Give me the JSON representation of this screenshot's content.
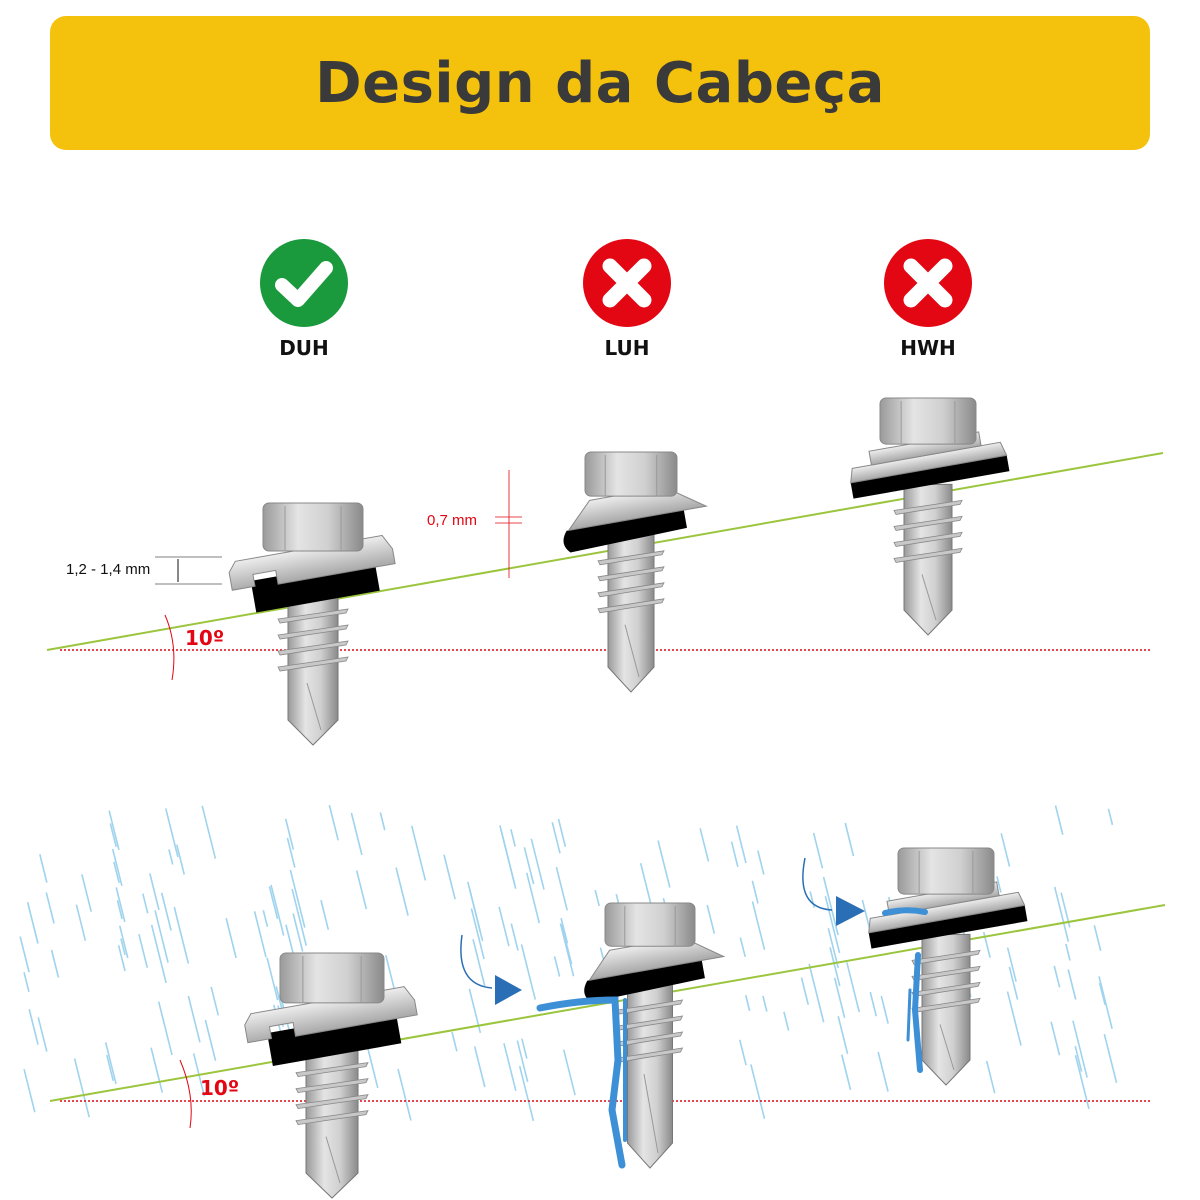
{
  "title": "Design da Cabeça",
  "head_types": [
    {
      "label": "DUH",
      "status": "approved",
      "icon": "check-circle-icon",
      "color": "#1a9a3c"
    },
    {
      "label": "LUH",
      "status": "rejected",
      "icon": "x-circle-icon",
      "color": "#e30613"
    },
    {
      "label": "HWH",
      "status": "rejected",
      "icon": "x-circle-icon",
      "color": "#e30613"
    }
  ],
  "dimensions": {
    "duh_gap": "1,2 - 1,4 mm",
    "luh_gap": "0,7 mm"
  },
  "angle_label": "10º",
  "colors": {
    "banner": "#F4C20D",
    "title": "#3a3a3a",
    "roof_line": "#9bc53d",
    "reference_line": "#e30613",
    "water": "#3d8fd6",
    "rain": "#9fd3ee"
  }
}
